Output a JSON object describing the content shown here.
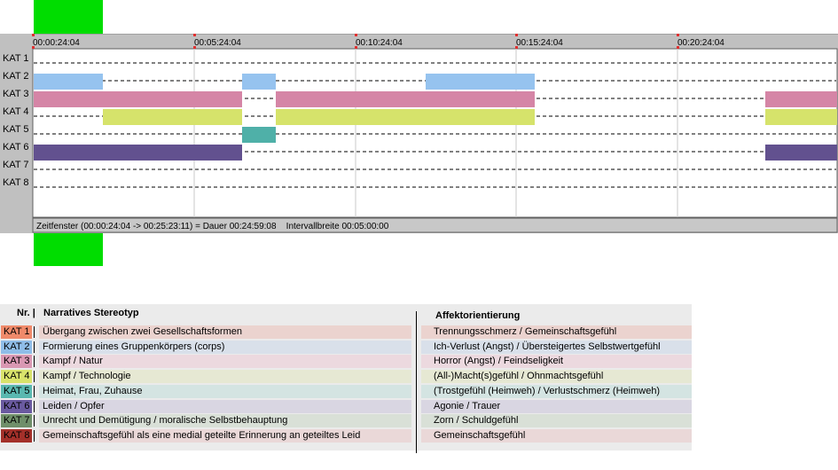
{
  "timeline": {
    "ticks": [
      "00:00:24:04",
      "00:05:24:04",
      "00:10:24:04",
      "00:15:24:04",
      "00:20:24:04"
    ],
    "rows": [
      "KAT 1",
      "KAT 2",
      "KAT 3",
      "KAT 4",
      "KAT 5",
      "KAT 6",
      "KAT 7",
      "KAT 8"
    ],
    "status": "Zeitfenster (00:00:24:04 -> 00:25:23:11) = Dauer 00:24:59:08    Intervallbreite 00:05:00:00",
    "colors": {
      "KAT 2": "#96c3ef",
      "KAT 3": "#d585a6",
      "KAT 4": "#d6e36b",
      "KAT 5": "#4fb0a8",
      "KAT 6": "#62518f"
    }
  },
  "legend": {
    "col_nr": "Nr. |",
    "col_stereotyp": "Narratives Stereotyp",
    "col_affekt": "Affektorientierung",
    "rows": [
      {
        "kat": "KAT 1",
        "stereotyp": "Übergang zwischen zwei Gesellschaftsformen",
        "affekt": "Trennungsschmerz / Gemeinschaftsgefühl",
        "color": "#f08a6a",
        "band": "#ebd3cf"
      },
      {
        "kat": "KAT 2",
        "stereotyp": "Formierung eines Gruppenkörpers (corps)",
        "affekt": "Ich-Verlust (Angst) / Übersteigertes Selbstwertgefühl",
        "color": "#8fbde8",
        "band": "#d9e0ea"
      },
      {
        "kat": "KAT 3",
        "stereotyp": "Kampf / Natur",
        "affekt": "Horror (Angst) / Feindseligkeit",
        "color": "#d998b3",
        "band": "#ecd9df"
      },
      {
        "kat": "KAT 4",
        "stereotyp": "Kampf / Technologie",
        "affekt": "(All-)Macht(s)gefühl / Ohnmachtsgefühl",
        "color": "#d9e36b",
        "band": "#e6e8d3"
      },
      {
        "kat": "KAT 5",
        "stereotyp": "Heimat, Frau, Zuhause",
        "affekt": "(Trostgefühl (Heimweh) / Verlustschmerz (Heimweh)",
        "color": "#5ab8b0",
        "band": "#d4e4e2"
      },
      {
        "kat": "KAT 6",
        "stereotyp": "Leiden / Opfer",
        "affekt": "Agonie / Trauer",
        "color": "#6a5aa0",
        "band": "#d9d6e2"
      },
      {
        "kat": "KAT 7",
        "stereotyp": "Unrecht und Demütigung / moralische Selbstbehauptung",
        "affekt": "Zorn / Schuldgefühl",
        "color": "#6f8f6a",
        "band": "#d9e0d7"
      },
      {
        "kat": "KAT 8",
        "stereotyp": "Gemeinschaftsgefühl als eine medial geteilte Erinnerung an geteiltes Leid",
        "affekt": "Gemeinschaftsgefühl",
        "color": "#a3302a",
        "band": "#ead8d8"
      }
    ]
  }
}
